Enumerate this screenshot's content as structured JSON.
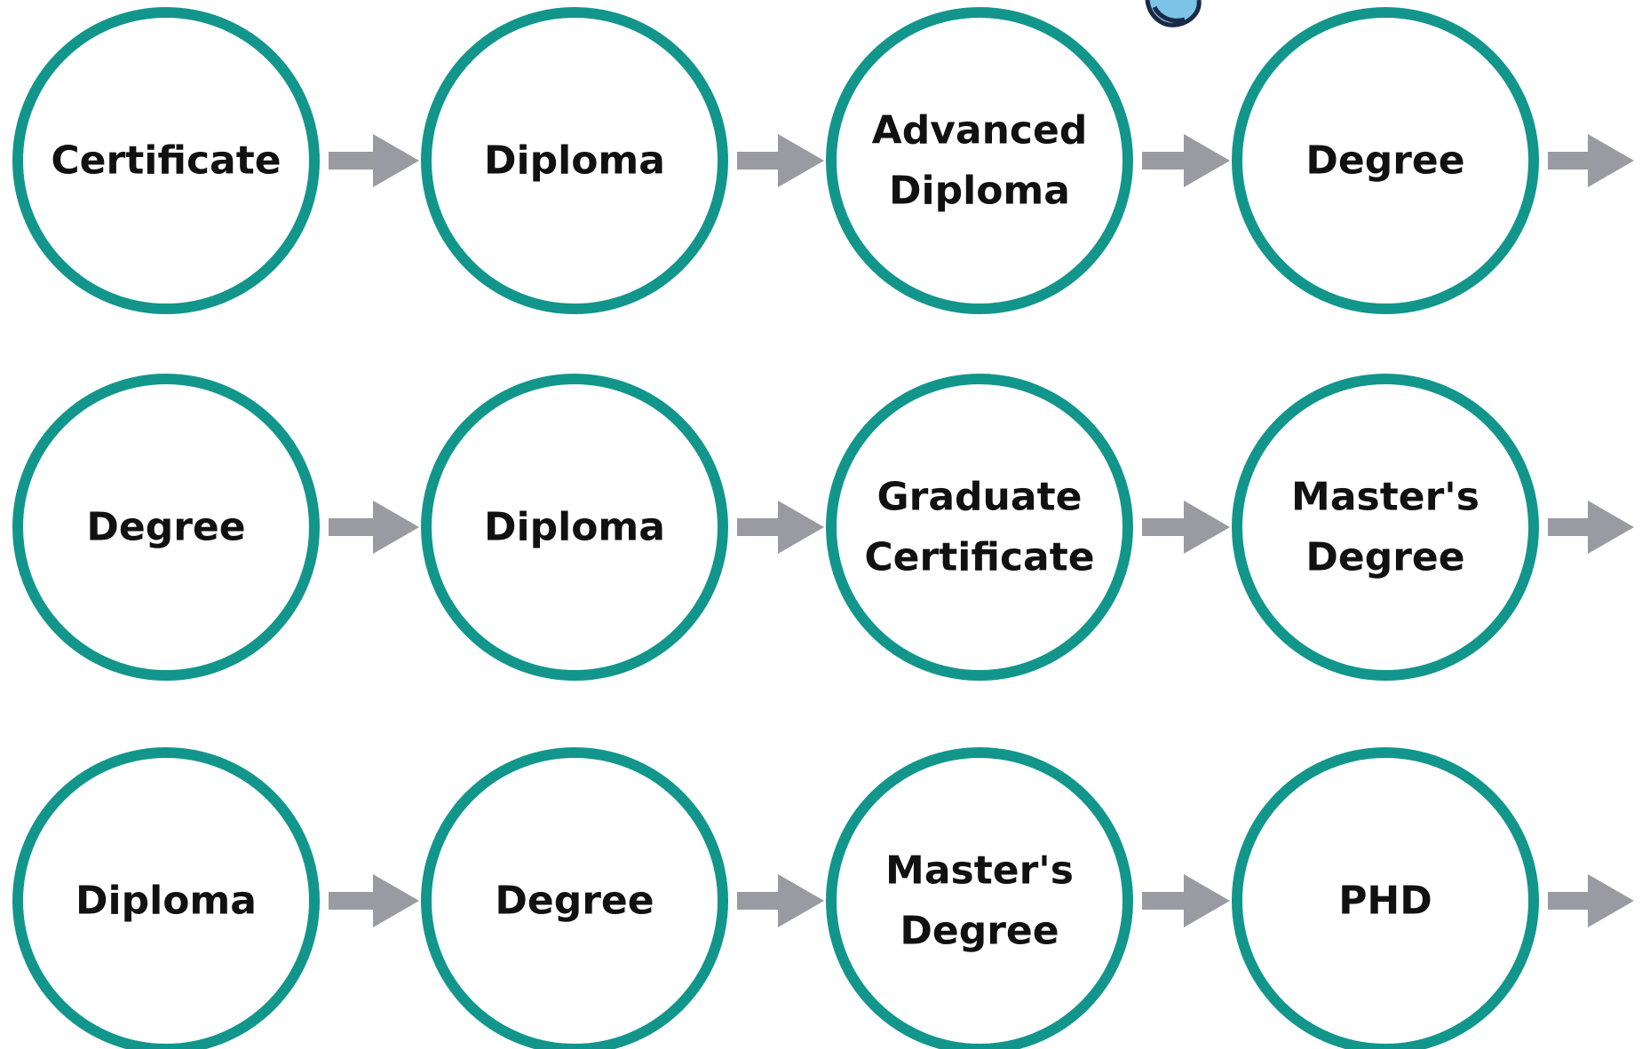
{
  "colors": {
    "circle_stroke": "#12968c",
    "arrow": "#9a9aa2",
    "text": "#111111",
    "decoration": "#7cc3e8"
  },
  "decoration": {
    "icon": "partial-cartoon-icon"
  },
  "rows": [
    {
      "nodes": [
        {
          "lines": [
            "Certificate"
          ]
        },
        {
          "lines": [
            "Diploma"
          ]
        },
        {
          "lines": [
            "Advanced",
            "Diploma"
          ]
        },
        {
          "lines": [
            "Degree"
          ]
        }
      ],
      "trailing_arrow": true
    },
    {
      "nodes": [
        {
          "lines": [
            "Degree"
          ]
        },
        {
          "lines": [
            "Diploma"
          ]
        },
        {
          "lines": [
            "Graduate",
            "Certificate"
          ]
        },
        {
          "lines": [
            "Master's",
            "Degree"
          ]
        }
      ],
      "trailing_arrow": true
    },
    {
      "nodes": [
        {
          "lines": [
            "Diploma"
          ]
        },
        {
          "lines": [
            "Degree"
          ]
        },
        {
          "lines": [
            "Master's",
            "Degree"
          ]
        },
        {
          "lines": [
            "PHD"
          ]
        }
      ],
      "trailing_arrow": true
    }
  ]
}
